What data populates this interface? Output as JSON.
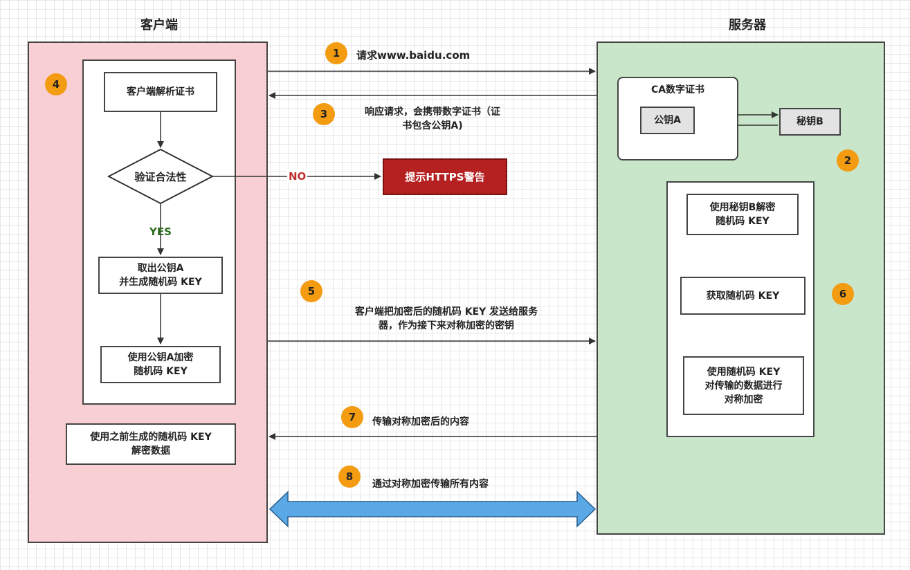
{
  "client": {
    "title": "客户端",
    "parse_cert": "客户端解析证书",
    "verify": "验证合法性",
    "yes": "YES",
    "no": "NO",
    "warning": "提示HTTPS警告",
    "take_key": "取出公钥A\n并生成随机码 KEY",
    "encrypt": "使用公钥A加密\n随机码 KEY",
    "decrypt": "使用之前生成的随机码 KEY\n解密数据"
  },
  "server": {
    "title": "服务器",
    "ca_title": "CA数字证书",
    "public_key": "公钥A",
    "private_key": "秘钥B",
    "decrypt_key": "使用秘钥B解密\n随机码 KEY",
    "get_key": "获取随机码 KEY",
    "encrypt_data": "使用随机码 KEY\n对传输的数据进行\n对称加密"
  },
  "steps": [
    {
      "num": "1",
      "text": "请求www.baidu.com"
    },
    {
      "num": "2",
      "text": ""
    },
    {
      "num": "3",
      "text": "响应请求，会携带数字证书（证\n书包含公钥A)"
    },
    {
      "num": "4",
      "text": ""
    },
    {
      "num": "5",
      "text": "客户端把加密后的随机码 KEY 发送给服务\n器，作为接下来对称加密的密钥"
    },
    {
      "num": "6",
      "text": ""
    },
    {
      "num": "7",
      "text": "传输对称加密后的内容"
    },
    {
      "num": "8",
      "text": "通过对称加密传输所有内容"
    }
  ],
  "colors": {
    "client_bg": "#f8cfd3",
    "server_bg": "#c9e6cb",
    "badge": "#f39c12",
    "warning": "#b52020",
    "double_arrow": "#5aa9e6"
  }
}
